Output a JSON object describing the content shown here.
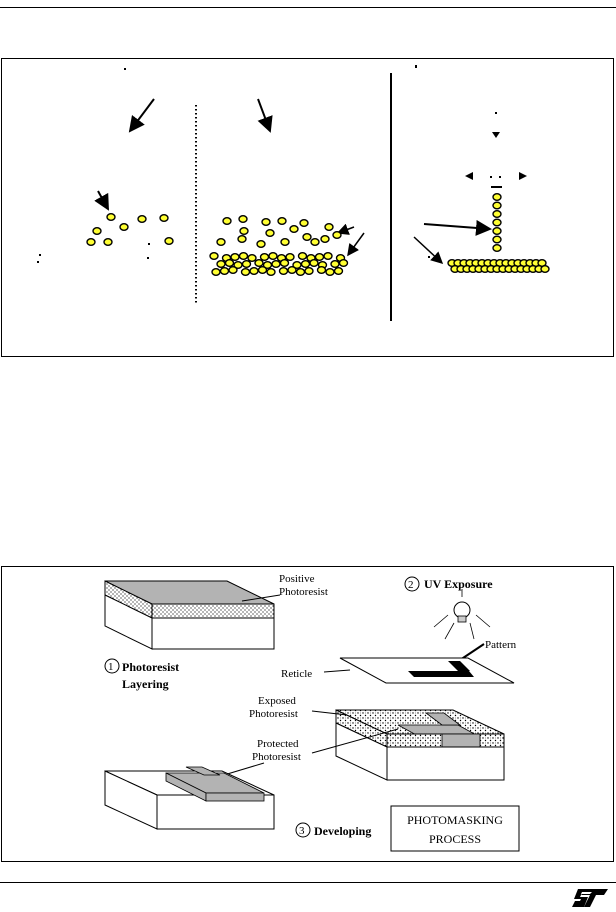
{
  "colors": {
    "particle_fill": "#ffff33",
    "particle_edge": "#000000",
    "resist_top": "#b3b3b3",
    "pattern": "#000000"
  },
  "figure_bottom": {
    "positive_photoresist_line1": "Positive",
    "positive_photoresist_line2": "Photoresist",
    "step2_number": "2",
    "step2_label": "UV Exposure",
    "pattern_label": "Pattern",
    "step1_number": "1",
    "step1_label_line1": "Photoresist",
    "step1_label_line2": "Layering",
    "reticle_label": "Reticle",
    "exposed_line1": "Exposed",
    "exposed_line2": "Photoresist",
    "protected_line1": "Protected",
    "protected_line2": "Photoresist",
    "step3_number": "3",
    "step3_label": "Developing",
    "title_line1": "PHOTOMASKING",
    "title_line2": "PROCESS"
  },
  "icons": [
    "light-bulb-icon",
    "st-logo-icon"
  ]
}
